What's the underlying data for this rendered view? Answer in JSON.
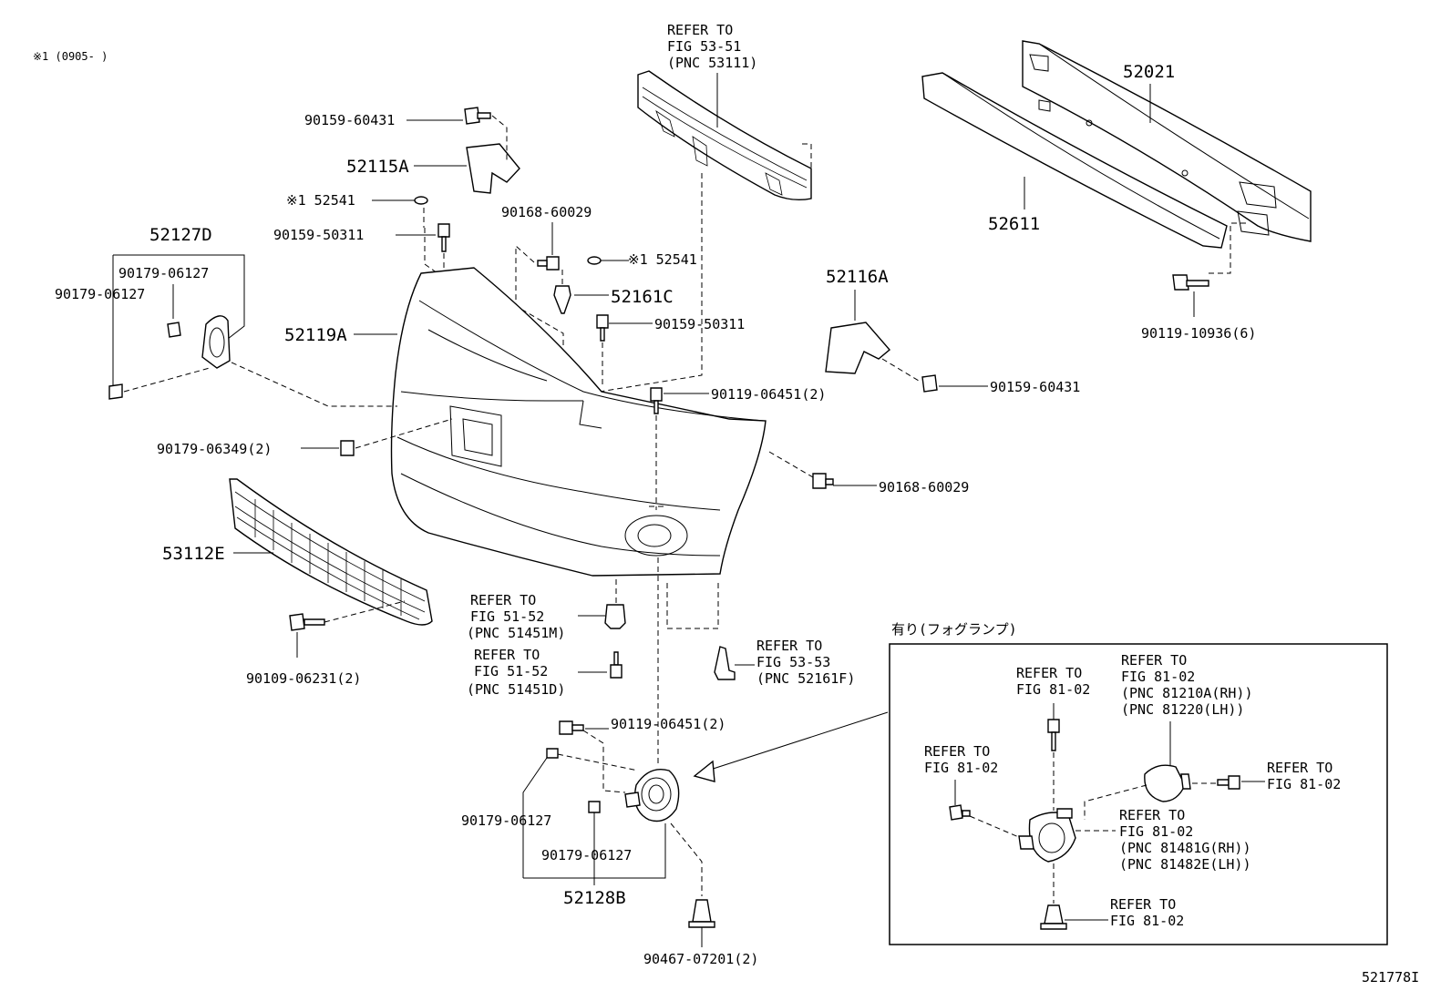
{
  "note_top": "※1 (0905-        )",
  "corner_id": "521778I",
  "labels": {
    "l52021": "52021",
    "l52611": "52611",
    "l52115A": "52115A",
    "l52116A": "52116A",
    "l52119A": "52119A",
    "l52127D": "52127D",
    "l52128B": "52128B",
    "l52161C": "52161C",
    "l53112E": "53112E",
    "x1_52541_a": "※1 52541",
    "x1_52541_b": "※1 52541",
    "b90159_60431_a": "90159-60431",
    "b90159_60431_b": "90159-60431",
    "b90159_50311_a": "90159-50311",
    "b90159_50311_b": "90159-50311",
    "b90168_60029_a": "90168-60029",
    "b90168_60029_b": "90168-60029",
    "b90179_06127_a": "90179-06127",
    "b90179_06127_b": "90179-06127",
    "b90179_06127_c": "90179-06127",
    "b90179_06127_d": "90179-06127",
    "b90179_06349": "90179-06349(2)",
    "b90119_06451_a": "90119-06451(2)",
    "b90119_06451_b": "90119-06451(2)",
    "b90119_10936": "90119-10936(6)",
    "b90109_06231": "90109-06231(2)",
    "b90467_07201": "90467-07201(2)"
  },
  "refs": {
    "r53_51": [
      "REFER TO",
      "FIG 53-51",
      "(PNC 53111)"
    ],
    "r51_52_m": [
      "REFER TO",
      "FIG 51-52",
      "(PNC 51451M)"
    ],
    "r51_52_d": [
      "REFER TO",
      "FIG 51-52",
      "(PNC 51451D)"
    ],
    "r53_53": [
      "REFER TO",
      "FIG 53-53",
      "(PNC 52161F)"
    ]
  },
  "inset": {
    "title": "有り(フォグランプ)",
    "r_top": [
      "REFER TO",
      "FIG 81-02"
    ],
    "r_lamp": [
      "REFER TO",
      "FIG 81-02",
      "(PNC 81210A(RH))",
      "(PNC 81220(LH))"
    ],
    "r_left": [
      "REFER TO",
      "FIG 81-02"
    ],
    "r_right": [
      "REFER TO",
      "FIG 81-02"
    ],
    "r_bracket": [
      "REFER TO",
      "FIG 81-02",
      "(PNC 81481G(RH))",
      "(PNC 81482E(LH))"
    ],
    "r_bottom": [
      "REFER TO",
      "FIG 81-02"
    ]
  }
}
